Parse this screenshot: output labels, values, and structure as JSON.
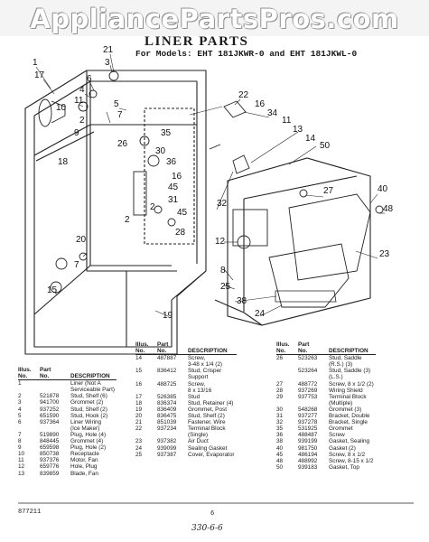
{
  "watermark": "AppliancePartsPros.com",
  "title": "LINER PARTS",
  "models": "For Models: EHT 181JKWR-0 and EHT 181JKWL-0",
  "callouts": [
    {
      "n": "1"
    },
    {
      "n": "17"
    },
    {
      "n": "21"
    },
    {
      "n": "3"
    },
    {
      "n": "6"
    },
    {
      "n": "4"
    },
    {
      "n": "11"
    },
    {
      "n": "10"
    },
    {
      "n": "5"
    },
    {
      "n": "7"
    },
    {
      "n": "2"
    },
    {
      "n": "9"
    },
    {
      "n": "26"
    },
    {
      "n": "18"
    },
    {
      "n": "2"
    },
    {
      "n": "20"
    },
    {
      "n": "7"
    },
    {
      "n": "15"
    },
    {
      "n": "22"
    },
    {
      "n": "16"
    },
    {
      "n": "34"
    },
    {
      "n": "11"
    },
    {
      "n": "13"
    },
    {
      "n": "14"
    },
    {
      "n": "50"
    },
    {
      "n": "35"
    },
    {
      "n": "30"
    },
    {
      "n": "36"
    },
    {
      "n": "16"
    },
    {
      "n": "45"
    },
    {
      "n": "31"
    },
    {
      "n": "2"
    },
    {
      "n": "45"
    },
    {
      "n": "28"
    },
    {
      "n": "32"
    },
    {
      "n": "27"
    },
    {
      "n": "40"
    },
    {
      "n": "48"
    },
    {
      "n": "12"
    },
    {
      "n": "23"
    },
    {
      "n": "8"
    },
    {
      "n": "25"
    },
    {
      "n": "38"
    },
    {
      "n": "24"
    },
    {
      "n": "19"
    }
  ],
  "col_headers": {
    "illus": "Illus.\nNo.",
    "part": "Part\nNo.",
    "desc": "DESCRIPTION"
  },
  "table1": [
    {
      "i": "1",
      "p": "",
      "d": "Liner (Not A\nServiceable Part)"
    },
    {
      "i": "2",
      "p": "521878",
      "d": "Stud, Shelf (6)"
    },
    {
      "i": "3",
      "p": "941700",
      "d": "Grommet (2)"
    },
    {
      "i": "4",
      "p": "937252",
      "d": "Stud, Shelf (2)"
    },
    {
      "i": "5",
      "p": "651590",
      "d": "Stud, Hook (2)"
    },
    {
      "i": "6",
      "p": "937364",
      "d": "Liner Wiring\n(Ice Maker)"
    },
    {
      "i": "7",
      "p": "519890",
      "d": "Plug, Hole (4)"
    },
    {
      "i": "8",
      "p": "848445",
      "d": "Grommet (4)"
    },
    {
      "i": "9",
      "p": "659598",
      "d": "Plug, Hole (2)"
    },
    {
      "i": "10",
      "p": "850738",
      "d": "Receptacle"
    },
    {
      "i": "11",
      "p": "937376",
      "d": "Motor, Fan"
    },
    {
      "i": "12",
      "p": "659776",
      "d": "Hole, Plug"
    },
    {
      "i": "13",
      "p": "839859",
      "d": "Blade, Fan"
    }
  ],
  "table2": [
    {
      "i": "14",
      "p": "487887",
      "d": "Screw,\n3-48 x 1/4 (2)"
    },
    {
      "i": "15",
      "p": "836412",
      "d": "Stud, Crisper\nSupport"
    },
    {
      "i": "16",
      "p": "488725",
      "d": "Screw,\n8 x 13/16"
    },
    {
      "i": "17",
      "p": "526385",
      "d": "Stud"
    },
    {
      "i": "18",
      "p": "836374",
      "d": "Stud, Retainer (4)"
    },
    {
      "i": "19",
      "p": "836409",
      "d": "Grommet, Post"
    },
    {
      "i": "20",
      "p": "836475",
      "d": "Stud, Shelf (2)"
    },
    {
      "i": "21",
      "p": "851039",
      "d": "Fastener, Wire"
    },
    {
      "i": "22",
      "p": "937234",
      "d": "Terminal Block\n(Single)"
    },
    {
      "i": "23",
      "p": "937382",
      "d": "Air Duct"
    },
    {
      "i": "24",
      "p": "939099",
      "d": "Sealing Gasket"
    },
    {
      "i": "25",
      "p": "937387",
      "d": "Cover, Evaporator"
    }
  ],
  "table3": [
    {
      "i": "26",
      "p": "523263",
      "d": "Stud, Saddle\n(R.S.) (3)"
    },
    {
      "i": "",
      "p": "523264",
      "d": "Stud, Saddle (3)\n(L.S.)"
    },
    {
      "i": "27",
      "p": "488772",
      "d": "Screw, 8 x 1/2 (2)"
    },
    {
      "i": "28",
      "p": "937269",
      "d": "Wiring Shield"
    },
    {
      "i": "29",
      "p": "937753",
      "d": "Terminal Block\n(Multiple)"
    },
    {
      "i": "30",
      "p": "548268",
      "d": "Grommet (3)"
    },
    {
      "i": "31",
      "p": "937277",
      "d": "Bracket, Double"
    },
    {
      "i": "32",
      "p": "937278",
      "d": "Bracket, Single"
    },
    {
      "i": "35",
      "p": "531925",
      "d": "Grommet"
    },
    {
      "i": "36",
      "p": "488487",
      "d": "Screw"
    },
    {
      "i": "38",
      "p": "939199",
      "d": "Gasket, Sealing"
    },
    {
      "i": "40",
      "p": "981750",
      "d": "Gasket (2)"
    },
    {
      "i": "45",
      "p": "486194",
      "d": "Screw, 8 x 1/2"
    },
    {
      "i": "48",
      "p": "488992",
      "d": "Screw, 8-15 x 1/2"
    },
    {
      "i": "50",
      "p": "939183",
      "d": "Gasket, Top"
    }
  ],
  "footer": {
    "code": "877211",
    "page": "6",
    "handwritten": "330-6-6"
  }
}
